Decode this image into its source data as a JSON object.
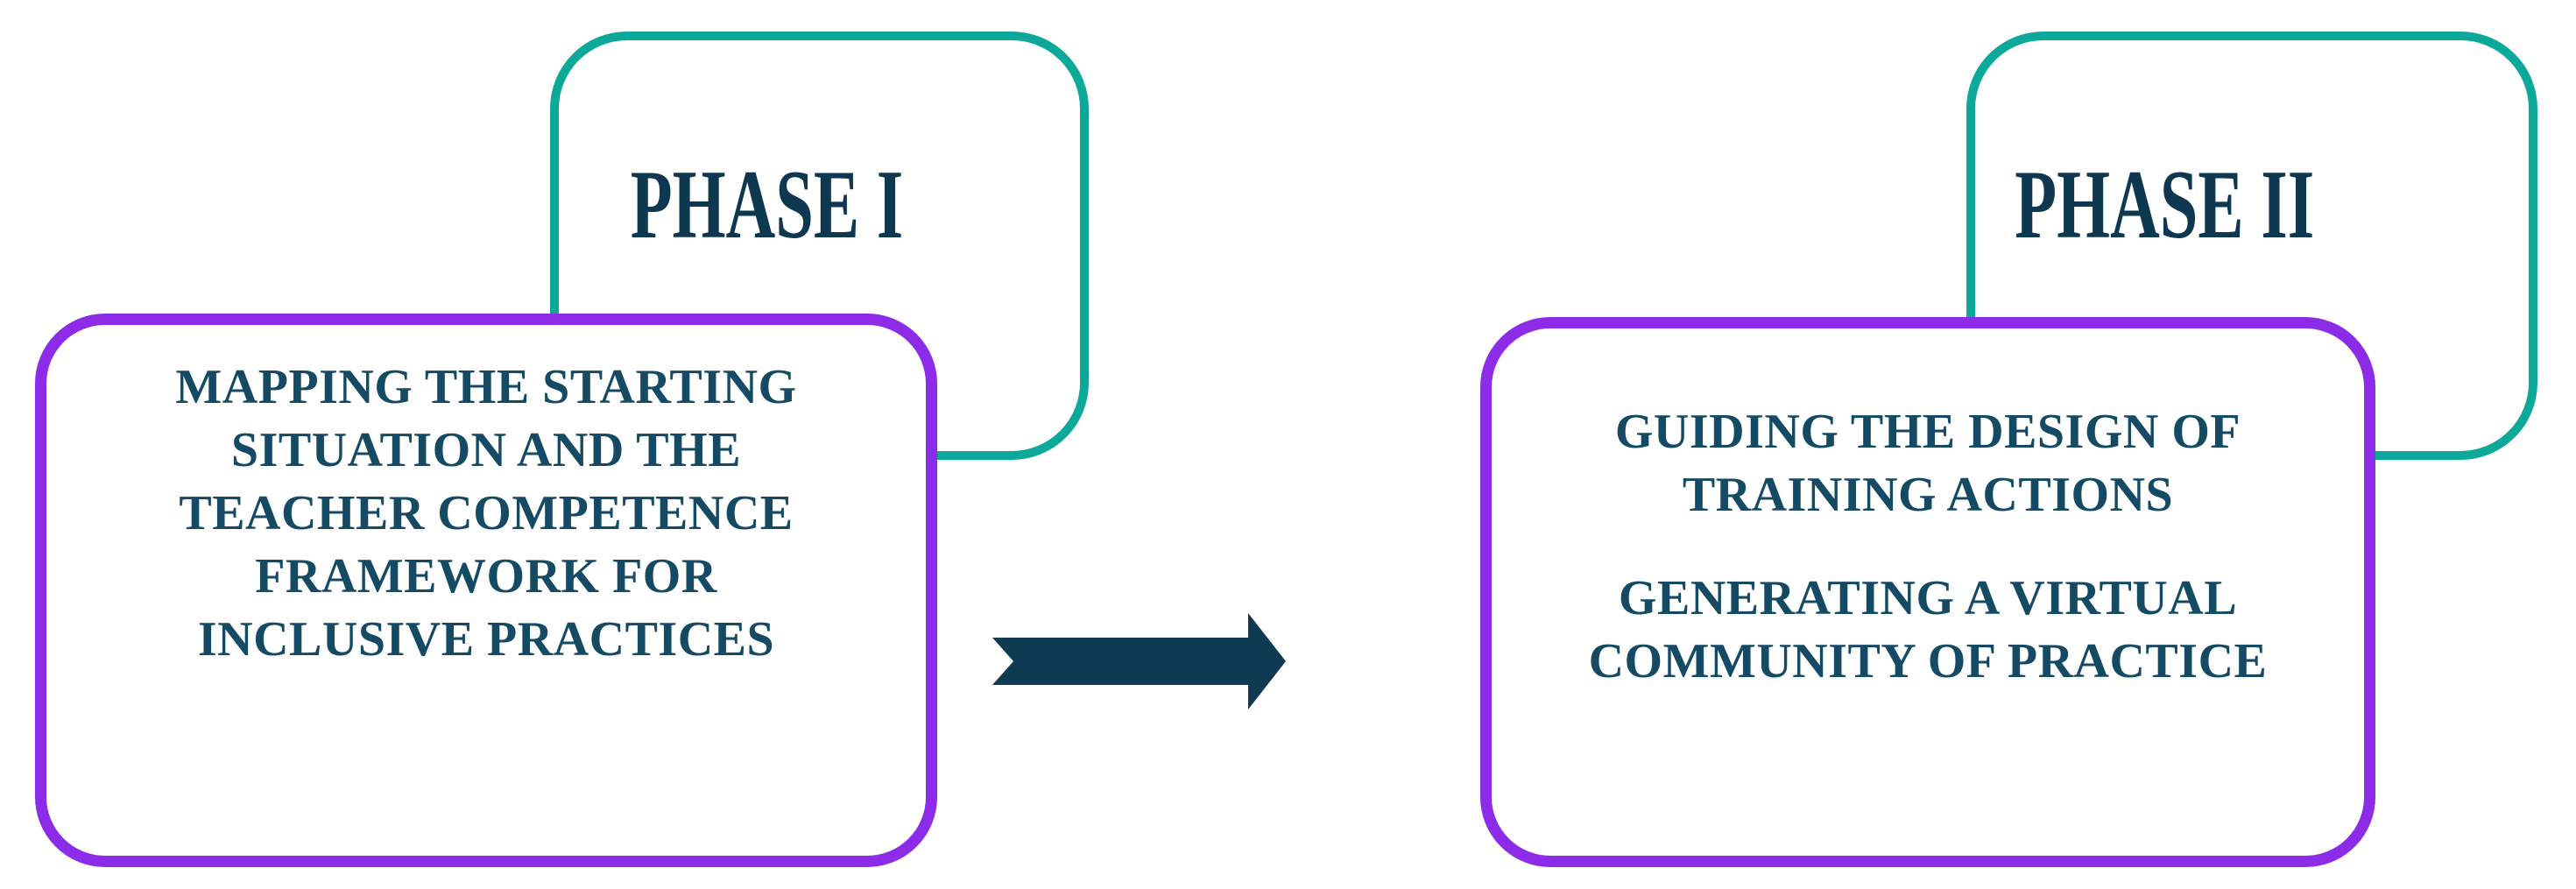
{
  "colors": {
    "teal_border": "#0ca99b",
    "purple_border": "#8d2ce8",
    "heading_text": "#0e3750",
    "body_text": "#144a63",
    "arrow": "#0e3a52",
    "background": "#ffffff"
  },
  "diagram": {
    "phase1": {
      "label": "PHASE I",
      "body_lines": [
        "MAPPING THE STARTING",
        "SITUATION AND THE",
        "TEACHER COMPETENCE",
        "FRAMEWORK FOR",
        "INCLUSIVE PRACTICES"
      ]
    },
    "phase2": {
      "label": "PHASE II",
      "paragraphs": [
        [
          "GUIDING THE DESIGN OF",
          "TRAINING ACTIONS"
        ],
        [
          "GENERATING A VIRTUAL",
          "COMMUNITY OF PRACTICE"
        ]
      ]
    },
    "arrow": {
      "direction": "right"
    }
  }
}
